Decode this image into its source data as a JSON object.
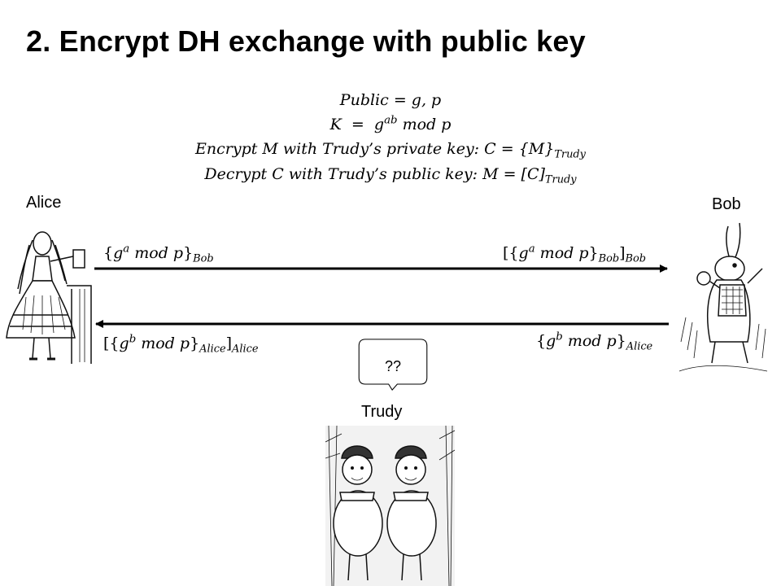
{
  "title": "2. Encrypt DH exchange with public key",
  "equations": {
    "public_lhs": "Public",
    "public_rhs": "g, p",
    "key_lhs": "K",
    "key_g": "g",
    "key_exp": "ab",
    "key_mod": "mod p",
    "encrypt_text": "Encrypt M with Trudy’s private key: C",
    "encrypt_val": "M",
    "encrypt_sub": "Trudy",
    "decrypt_text": "Decrypt C with Trudy’s public key: M",
    "decrypt_val": "C",
    "decrypt_sub": "Trudy"
  },
  "actors": {
    "alice": "Alice",
    "bob": "Bob",
    "trudy": "Trudy"
  },
  "messages": {
    "alice_sends": {
      "g": "g",
      "exp": "a",
      "mod": "mod p",
      "sub": "Bob"
    },
    "bob_receives": {
      "g": "g",
      "exp": "a",
      "mod": "mod p",
      "inner_sub": "Bob",
      "outer_sub": "Bob"
    },
    "bob_sends": {
      "g": "g",
      "exp": "b",
      "mod": "mod p",
      "sub": "Alice"
    },
    "alice_receives": {
      "g": "g",
      "exp": "b",
      "mod": "mod p",
      "inner_sub": "Alice",
      "outer_sub": "Alice"
    }
  },
  "speech_bubble": "??"
}
